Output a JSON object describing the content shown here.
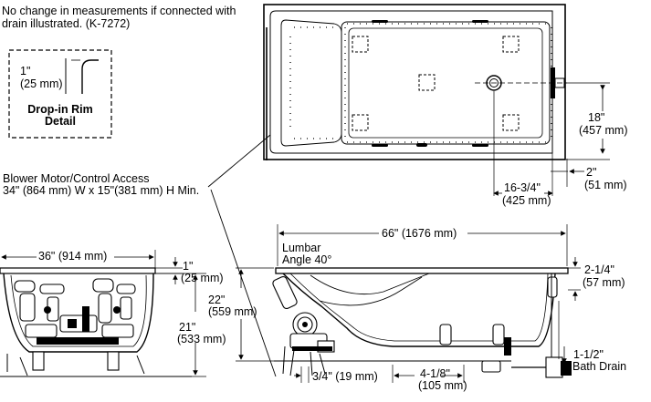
{
  "notes": {
    "drain_note_line1": "No change in measurements if connected with",
    "drain_note_line2": "drain illustrated. (K-7272)"
  },
  "drop_in_detail": {
    "dim_in": "1\"",
    "dim_mm": "(25 mm)",
    "title_line1": "Drop-in Rim",
    "title_line2": "Detail"
  },
  "blower": {
    "line1": "Blower Motor/Control Access",
    "line2": "34\" (864 mm) W x 15\"(381 mm) H Min."
  },
  "top_view": {
    "dim_18": "18\"",
    "dim_18_mm": "(457 mm)",
    "dim_2": "2\"",
    "dim_2_mm": "(51 mm)",
    "dim_16": "16-3/4\"",
    "dim_16_mm": "(425 mm)"
  },
  "end_view": {
    "width": "36\" (914 mm)",
    "rim_in": "1\"",
    "rim_mm": "(25 mm)",
    "height21_in": "21\"",
    "height21_mm": "(533 mm)"
  },
  "side_view": {
    "length": "66\" (1676 mm)",
    "lumbar_line1": "Lumbar",
    "lumbar_line2": "Angle 40°",
    "height22_in": "22\"",
    "height22_mm": "(559 mm)",
    "dim_2_1_4": "2-1/4\"",
    "dim_2_1_4_mm": "(57 mm)",
    "dim_1_1_2": "1-1/2\"",
    "bath_drain": "Bath Drain",
    "dim_3_4": "3/4\" (19 mm)",
    "dim_4_1_8": "4-1/8\"",
    "dim_4_1_8_mm": "(105 mm)"
  }
}
